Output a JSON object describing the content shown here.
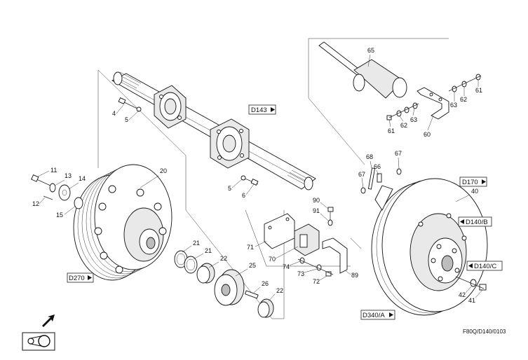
{
  "diagram": {
    "part_numbers": {
      "p4": "4",
      "p5a": "5",
      "p5b": "5",
      "p6": "6",
      "p11": "11",
      "p12": "12",
      "p13": "13",
      "p14": "14",
      "p15": "15",
      "p20": "20",
      "p21a": "21",
      "p21b": "21",
      "p22a": "22",
      "p22b": "22",
      "p25": "25",
      "p26": "26",
      "p40": "40",
      "p41": "41",
      "p42": "42",
      "p60": "60",
      "p61a": "61",
      "p61b": "61",
      "p62a": "62",
      "p62b": "62",
      "p63a": "63",
      "p63b": "63",
      "p65": "65",
      "p66": "66",
      "p67a": "67",
      "p67b": "67",
      "p68": "68",
      "p70": "70",
      "p71": "71",
      "p72": "72",
      "p73": "73",
      "p74": "74",
      "p89": "89",
      "p90": "90",
      "p91": "91"
    },
    "references": {
      "d143": "D143",
      "d170": "D170",
      "d140b": "D140/B",
      "d140c": "D140/C",
      "d270": "D270",
      "d340a": "D340/A"
    },
    "drawing_code": "F80Q/D140/0103",
    "icons": [
      "direction-arrow-icon",
      "belt-drive-icon"
    ]
  }
}
